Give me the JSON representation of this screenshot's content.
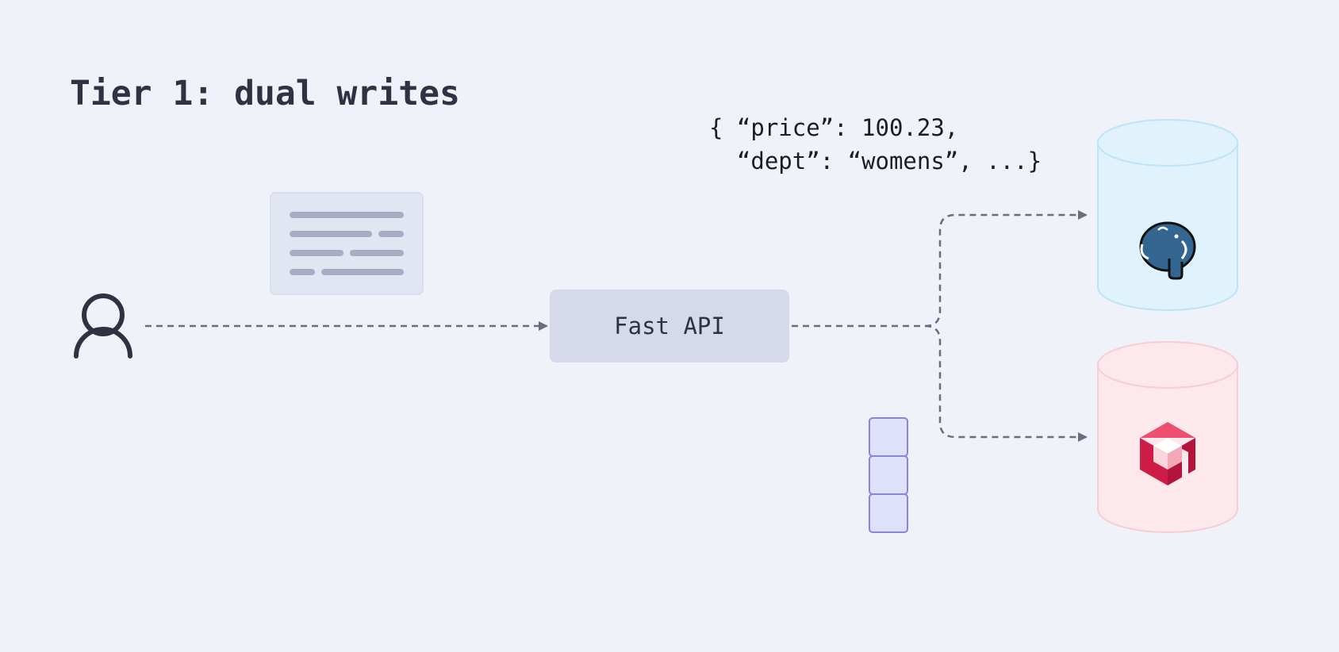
{
  "title": "Tier 1: dual writes",
  "payload": {
    "line1": "{ “price”: 100.23,",
    "line2": "  “dept”: “womens”, ...}"
  },
  "api": {
    "label": "Fast API"
  },
  "nodes": {
    "user": {
      "icon": "user-icon"
    },
    "document": {
      "icon": "document-icon"
    },
    "queue": {
      "icon": "queue-icon",
      "blocks": 3
    },
    "postgres": {
      "icon": "postgresql-icon"
    },
    "second_db": {
      "icon": "database-logo-icon"
    }
  },
  "colors": {
    "background": "#eff2f9",
    "text": "#2e3242",
    "arrow": "#6b6d7c",
    "api_box": "#d5d9eb",
    "postgres_fill": "#e0f3fc",
    "postgres_stroke": "#bfe4f7",
    "second_db_fill": "#fde8ec",
    "second_db_stroke": "#f8cdd6",
    "queue_fill": "#dfe0fb",
    "queue_stroke": "#8a84e0",
    "logo_red": "#d6214d",
    "postgres_blue": "#336791"
  }
}
